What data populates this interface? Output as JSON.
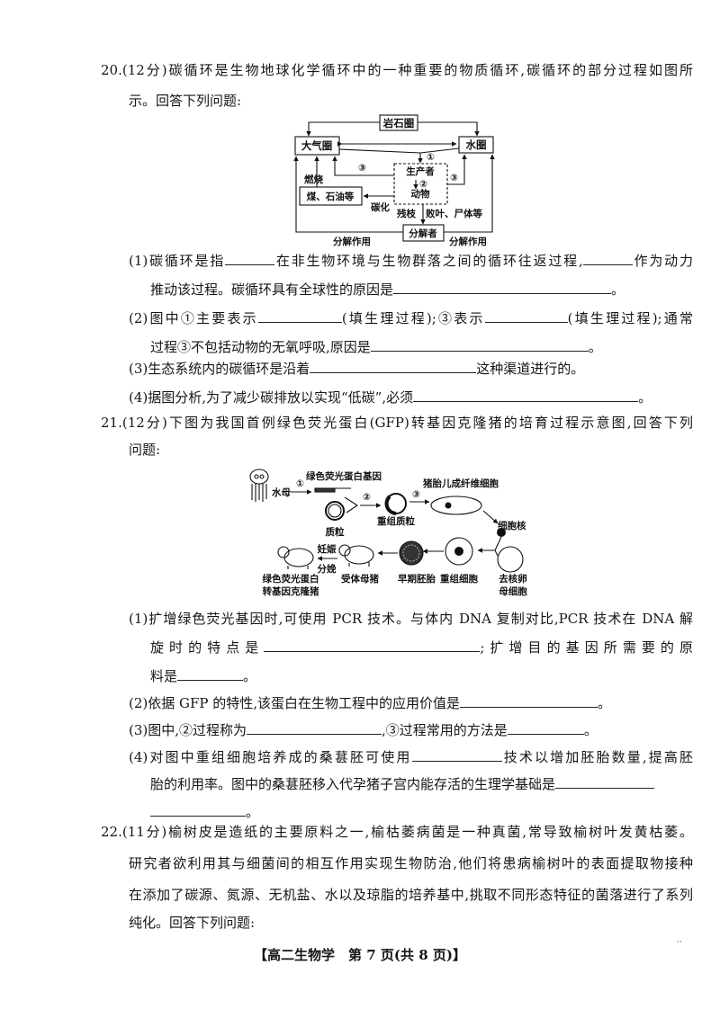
{
  "q20": {
    "stem": [
      "20.(12分)碳循环是生物地球化学循环中的一种重要的物质循环,碳循环的部分过程如图所",
      "示。回答下列问题:"
    ],
    "diagram": {
      "rock": "岩石圈",
      "atmosphere": "大气圈",
      "water": "水圈",
      "producer": "生产者",
      "animal": "动物",
      "fossil": "煤、石油等",
      "decomposer": "分解者",
      "burn": "燃烧",
      "carbonize": "碳化",
      "residue": "残枝",
      "residue2": "败叶、尸体等",
      "decomp_left": "分解作用",
      "decomp_right": "分解作用",
      "n1": "①",
      "n2": "②",
      "n3a": "③",
      "n3b": "③"
    },
    "p1": [
      "(1)碳循环是指",
      "在非生物环境与生物群落之间的循环往返过程,",
      "作为动力",
      "推动该过程。碳循环具有全球性的原因是",
      "。"
    ],
    "p2": [
      "(2)图中①主要表示",
      "(填生理过程);③表示",
      "(填生理过程);通常",
      "过程③不包括动物的无氧呼吸,原因是",
      "。"
    ],
    "p3": [
      "(3)生态系统内的碳循环是沿着",
      "这种渠道进行的。"
    ],
    "p4": [
      "(4)据图分析,为了减少碳排放以实现“低碳”,必须",
      "。"
    ]
  },
  "q21": {
    "stem": [
      "21.(12分)下图为我国首例绿色荧光蛋白(GFP)转基因克隆猪的培育过程示意图,回答下列",
      "问题:"
    ],
    "diagram": {
      "jellyfish": "水母",
      "gene": "绿色荧光蛋白基因",
      "plasmid": "质粒",
      "recomb_plasmid": "重组质粒",
      "fibroblast": "猪胎儿成纤维细胞",
      "nucleus": "细胞核",
      "egg1": "去核卵",
      "egg2": "母细胞",
      "recomb_cell": "重组细胞",
      "embryo": "早期胚胎",
      "recipient": "受体母猪",
      "pregnancy": "妊娠",
      "birth": "分娩",
      "clone1": "绿色荧光蛋白",
      "clone2": "转基因克隆猪",
      "n1": "①",
      "n2": "②",
      "n3": "③"
    },
    "p1": [
      "(1)扩增绿色荧光基因时,可使用 PCR 技术。与体内 DNA 复制对比,PCR 技术在 DNA 解",
      "旋时的特点是",
      ";扩增目的基因所需要的原",
      "料是",
      "。"
    ],
    "p2": [
      "(2)依据 GFP 的特性,该蛋白在生物工程中的应用价值是",
      "。"
    ],
    "p3": [
      "(3)图中,②过程称为",
      ",③过程常用的方法是",
      "。"
    ],
    "p4": [
      "(4)对图中重组细胞培养成的桑葚胚可使用",
      "技术以增加胚胎数量,提高胚",
      "胎的利用率。图中的桑葚胚移入代孕猪子宫内能存活的生理学基础是",
      "。"
    ]
  },
  "q22": {
    "stem": [
      "22.(11分)榆树皮是造纸的主要原料之一,榆枯萎病菌是一种真菌,常导致榆树叶发黄枯萎。",
      "研究者欲利用其与细菌间的相互作用实现生物防治,他们将患病榆树叶的表面提取物接种",
      "在添加了碳源、氮源、无机盐、水以及琼脂的培养基中,挑取不同形态特征的菌落进行了系列",
      "纯化。回答下列问题:"
    ]
  },
  "footer": "【高二生物学　第 7 页(共 8 页)】",
  "corner_mark": "··"
}
